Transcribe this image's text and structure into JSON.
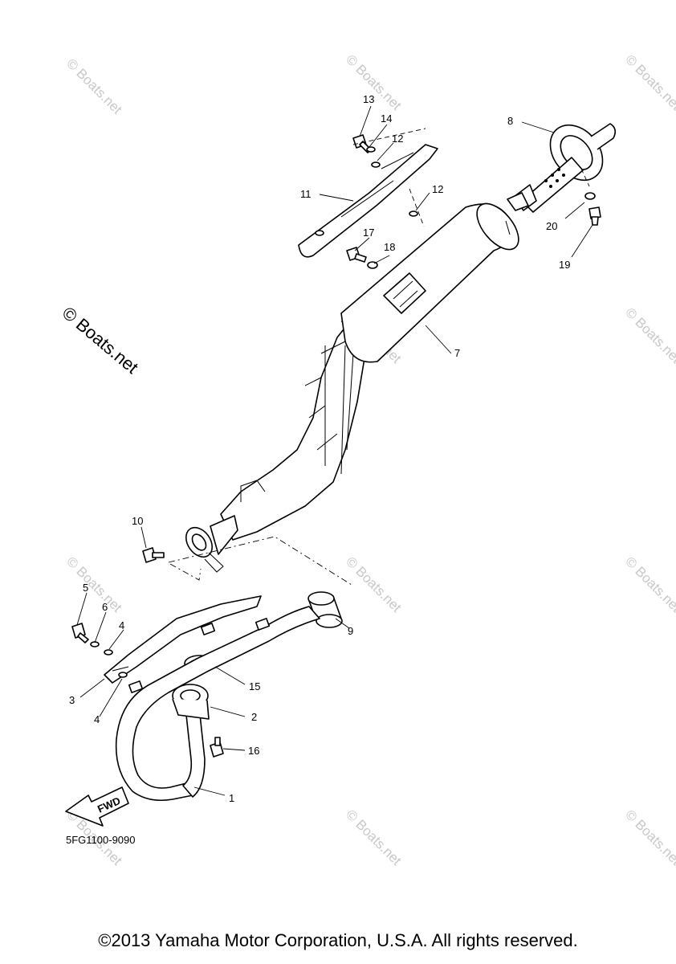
{
  "callouts": [
    {
      "n": "1"
    },
    {
      "n": "2"
    },
    {
      "n": "3"
    },
    {
      "n": "4"
    },
    {
      "n": "4"
    },
    {
      "n": "5"
    },
    {
      "n": "6"
    },
    {
      "n": "7"
    },
    {
      "n": "8"
    },
    {
      "n": "9"
    },
    {
      "n": "10"
    },
    {
      "n": "11"
    },
    {
      "n": "12"
    },
    {
      "n": "12"
    },
    {
      "n": "13"
    },
    {
      "n": "14"
    },
    {
      "n": "15"
    },
    {
      "n": "16"
    },
    {
      "n": "17"
    },
    {
      "n": "18"
    },
    {
      "n": "19"
    },
    {
      "n": "20"
    }
  ],
  "fwd_label": "FWD",
  "diagram_code": "5FG1100-9090",
  "watermark": "© Boats.net",
  "copyright": "©2013 Yamaha Motor Corporation, U.S.A. All rights reserved."
}
